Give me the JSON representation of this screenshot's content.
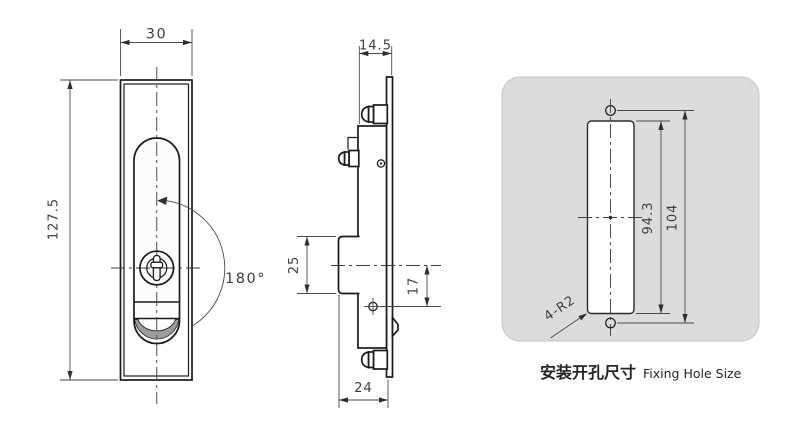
{
  "page": {
    "background": "#ffffff"
  },
  "front_view": {
    "dim_width": "30",
    "dim_height": "127.5",
    "handle_rotation": "180°"
  },
  "side_view": {
    "dim_thickness": "14.5",
    "dim_cam_height": "25",
    "dim_hole_offset": "17",
    "dim_depth": "24"
  },
  "fixing_hole_panel": {
    "panel_color": "#dadcdd",
    "dim_cutout_height": "94.3",
    "dim_hole_span": "104",
    "dim_corner_radius": "4-R2",
    "caption_zh": "安装开孔尺寸",
    "caption_en": "Fixing Hole Size"
  }
}
